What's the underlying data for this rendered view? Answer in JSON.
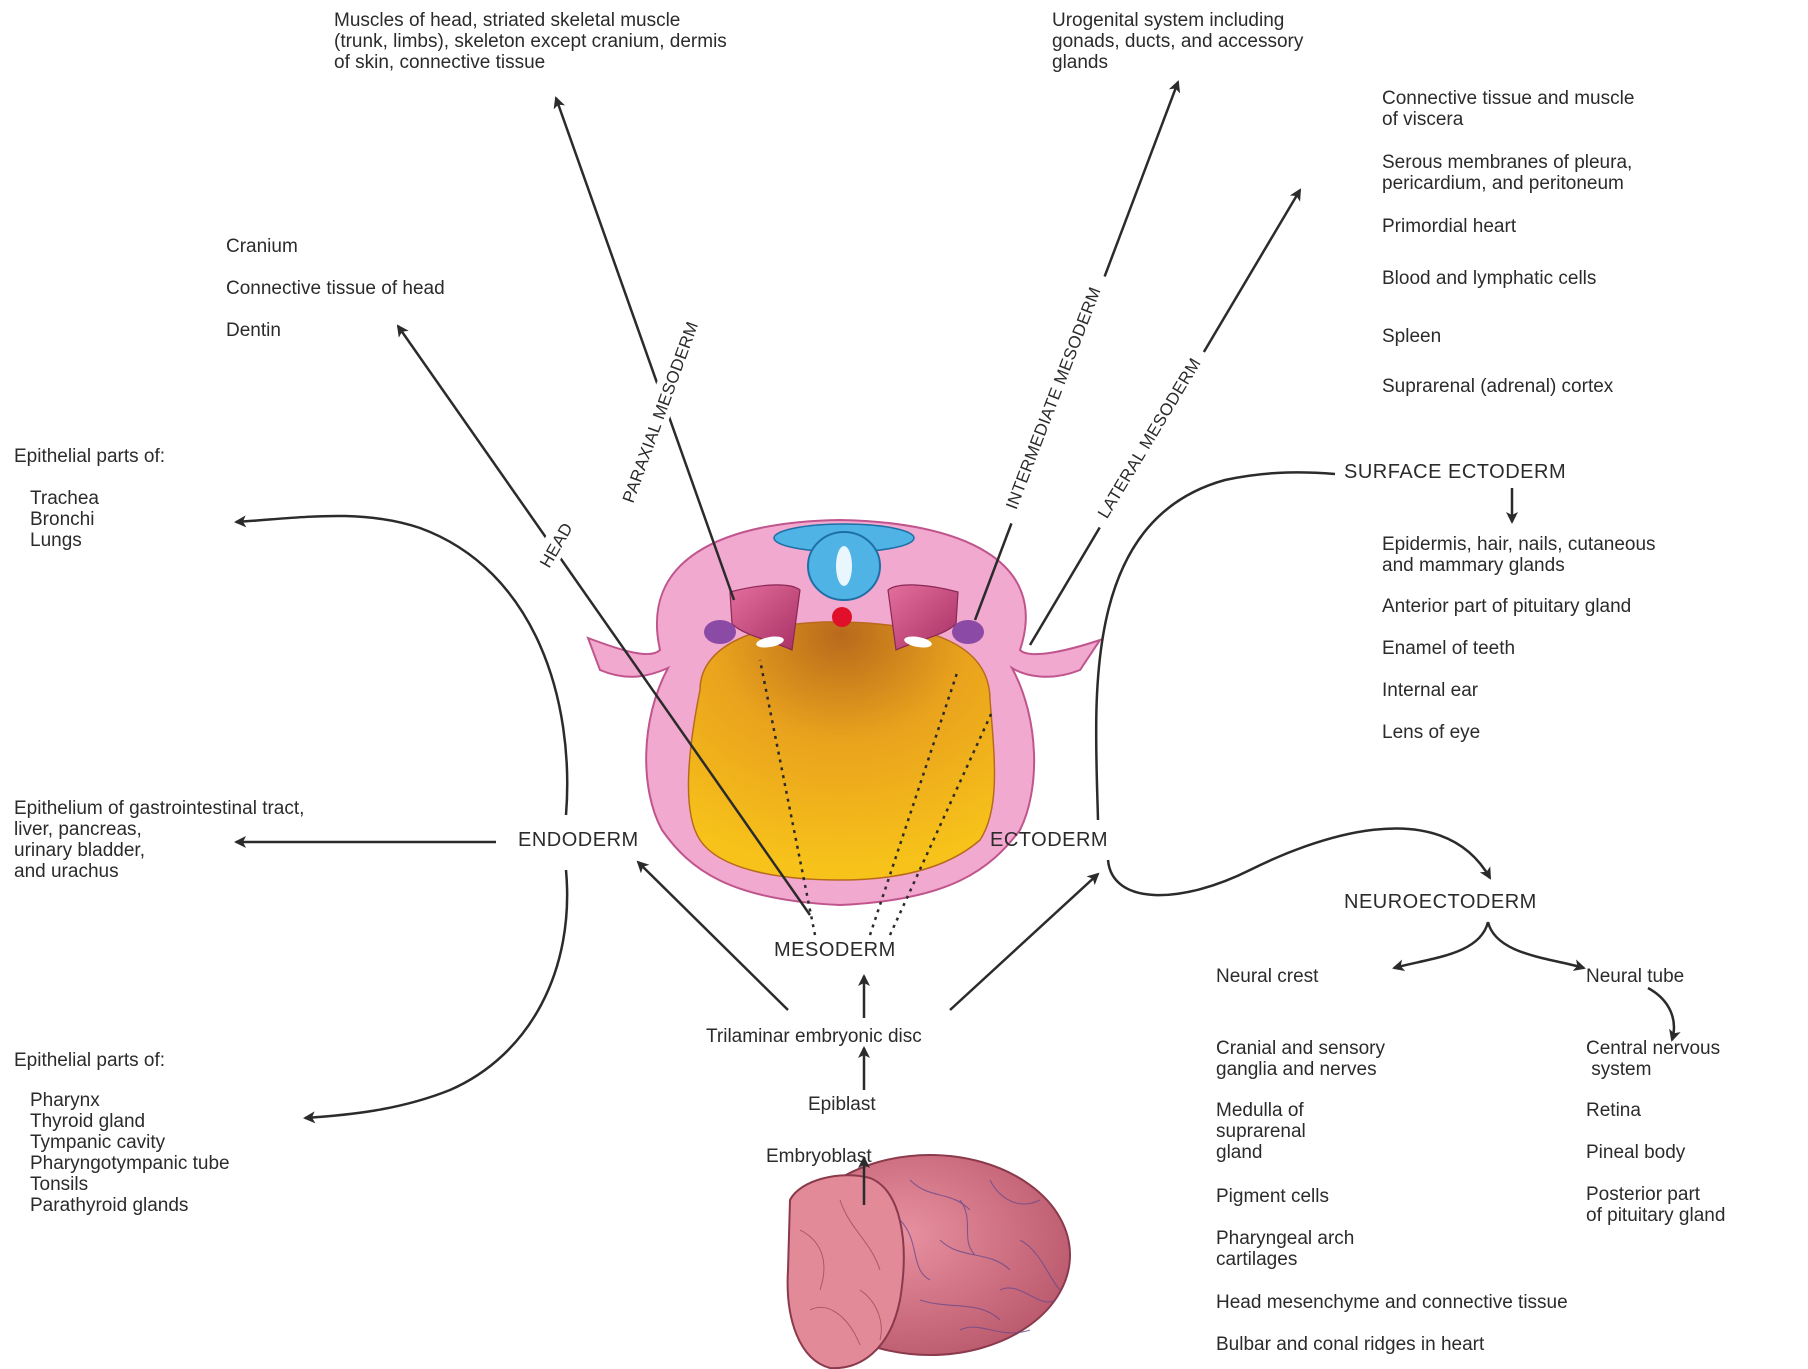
{
  "labels": {
    "paraxial_targets": "Muscles of head, striated skeletal muscle\n(trunk, limbs), skeleton except cranium, dermis\nof skin, connective tissue",
    "intermediate_targets": "Urogenital system including\ngonads, ducts, and accessory\nglands",
    "lateral_targets": [
      "Connective tissue and muscle\nof viscera",
      "Serous membranes of pleura,\npericardium, and peritoneum",
      "Primordial heart",
      "Blood and lymphatic cells",
      "Spleen",
      "Suprarenal (adrenal) cortex"
    ],
    "head_targets": [
      "Cranium",
      "Connective tissue of head",
      "Dentin"
    ],
    "endo_top_heading": "Epithelial parts of:",
    "endo_top_items": "Trachea\nBronchi\nLungs",
    "endo_middle": "Epithelium of gastrointestinal tract,\nliver, pancreas,\nurinary bladder,\nand urachus",
    "endo_bottom_heading": "Epithelial parts of:",
    "endo_bottom_items": "Pharynx\nThyroid gland\nTympanic cavity\nPharyngotympanic tube\nTonsils\nParathyroid glands",
    "surface_ectoderm": "SURFACE ECTODERM",
    "surface_items": [
      "Epidermis, hair, nails, cutaneous\nand mammary glands",
      "Anterior part of pituitary gland",
      "Enamel of teeth",
      "Internal ear",
      "Lens of eye"
    ],
    "endoderm": "ENDODERM",
    "ectoderm": "ECTODERM",
    "mesoderm": "MESODERM",
    "trilaminar": "Trilaminar embryonic disc",
    "epiblast": "Epiblast",
    "embryoblast": "Embryoblast",
    "neuroectoderm": "NEUROECTODERM",
    "neural_crest": "Neural crest",
    "neural_tube": "Neural tube",
    "crest_items": [
      "Cranial and sensory\nganglia and nerves",
      "Medulla of\nsuprarenal\ngland",
      "Pigment cells",
      "Pharyngeal arch\ncartilages",
      "Head mesenchyme and connective tissue",
      "Bulbar and conal ridges in heart"
    ],
    "tube_items": [
      "Central nervous\n system",
      "Retina",
      "Pineal body",
      "Posterior part\nof pituitary gland"
    ],
    "paraxial_label": "PARAXIAL MESODERM",
    "intermediate_label": "INTERMEDIATE MESODERM",
    "lateral_label": "LATERAL MESODERM",
    "head_label": "HEAD"
  },
  "colors": {
    "line": "#2b2b2b",
    "pink_tissue": "#f2a9cf",
    "pink_edge": "#c0558e",
    "yolk_light": "#f7c21a",
    "yolk_dark": "#b86a1c",
    "neural_blue": "#4fb3e6",
    "somite": "#c2457a",
    "intermediate_purple": "#8a4aa6",
    "notochord_red": "#e0102a",
    "morula": "#cf6f7f"
  }
}
